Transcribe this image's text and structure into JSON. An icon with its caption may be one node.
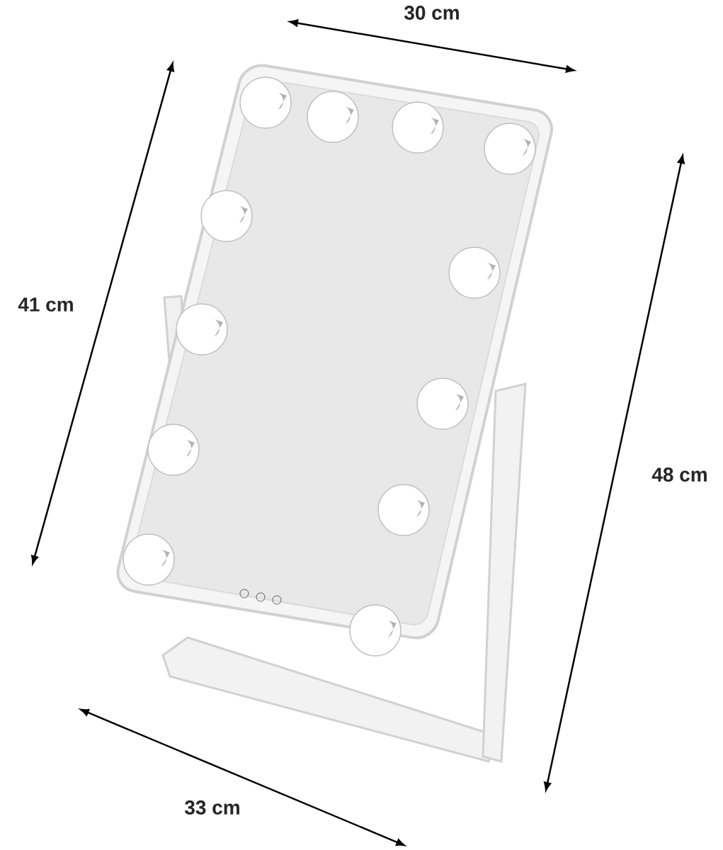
{
  "diagram": {
    "labels": [
      "30 cm",
      "41 cm",
      "48 cm",
      "33 cm"
    ]
  }
}
